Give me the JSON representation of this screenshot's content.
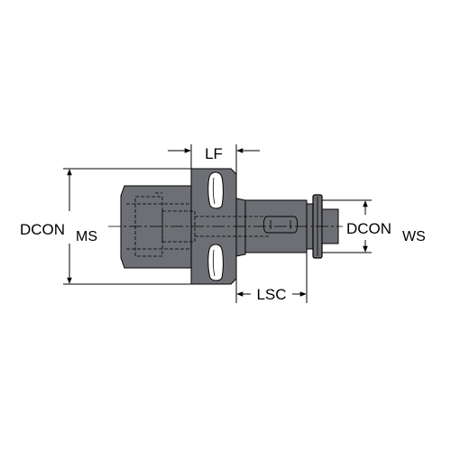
{
  "labels": {
    "lf": "LF",
    "lsc": "LSC",
    "dcon_ms_main": "DCON",
    "dcon_ms_sub": "MS",
    "dcon_ws_main": "DCON",
    "dcon_ws_sub": "WS"
  },
  "colors": {
    "body_fill": "#6e6f74",
    "body_stroke": "#000000",
    "hidden_line": "#000000",
    "dimension_line": "#000000",
    "background": "#ffffff"
  }
}
